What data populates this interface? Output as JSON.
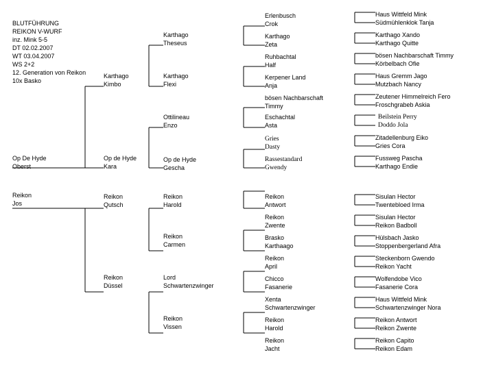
{
  "header": {
    "lines": [
      "BLUTFÜHRUNG",
      "REIKON V-WURF",
      "inz. Mink 5-5",
      "DT 02.02.2007",
      "WT 03.04.2007",
      "WS 2+2",
      "12. Generation von Reikon",
      "10x Basko"
    ]
  },
  "gen1": [
    [
      "Op De Hyde",
      "Oberst"
    ],
    [
      "Reikon",
      "Jos"
    ]
  ],
  "gen2": [
    [
      "Karthago",
      "Kimbo"
    ],
    [
      "Op de Hyde",
      "Kara"
    ],
    [
      "Reikon",
      "Qutsch"
    ],
    [
      "Reikon",
      "Düssel"
    ]
  ],
  "gen3": [
    [
      "Karthago",
      "Theseus"
    ],
    [
      "Karthago",
      "Flexi"
    ],
    [
      "Ottilineau",
      "Enzo"
    ],
    [
      "Op de Hyde",
      "Gescha"
    ],
    [
      "Reikon",
      "Harold"
    ],
    [
      "Reikon",
      "Carmen"
    ],
    [
      "Lord",
      "Schwartenzwinger"
    ],
    [
      "Reikon",
      "Vissen"
    ]
  ],
  "gen4": [
    [
      "Erlenbusch",
      "Crok"
    ],
    [
      "Karthago",
      "Zeta"
    ],
    [
      "Ruhbachtal",
      "Half"
    ],
    [
      "Kerpener Land",
      "Anja"
    ],
    [
      "bösen Nachbarschaft",
      "Timmy"
    ],
    [
      "Eschachtal",
      "Asta"
    ],
    [
      "Gries",
      "Dasty"
    ],
    [
      "Rassestandard",
      "Gwendy"
    ],
    [
      "Reikon",
      "Antwort"
    ],
    [
      "Reikon",
      "Zwente"
    ],
    [
      "Brasko",
      "Karthaago"
    ],
    [
      "Reikon",
      "April"
    ],
    [
      "Chicco",
      "Fasanerie"
    ],
    [
      "Xenta",
      "Schwartenzwinger"
    ],
    [
      "Reikon",
      "Harold"
    ],
    [
      "Reikon",
      "Jacht"
    ]
  ],
  "gen5": [
    [
      "Haus Wittfeld Mink",
      "Südmühlenklok Tanja"
    ],
    [
      "Karthago Xando",
      "Karthago Quitte"
    ],
    [
      "bösen Nachbarschaft Timmy",
      "Körbelbach Ofie"
    ],
    [
      "Haus Gremm Jago",
      "Mutzbach Nancy"
    ],
    [
      "Zeutener Himmelreich Fero",
      "Froschgrabeb Askia"
    ],
    [
      "Beilstein Perry",
      "Doddo Jola"
    ],
    [
      "Zitadellenburg Eiko",
      "Gries Cora"
    ],
    [
      "Fussweg Pascha",
      "Karthago Endie"
    ],
    [
      "Sisulan Hector",
      "Twentebloed Irma"
    ],
    [
      "Sisulan Hector",
      "Reikon Badboll"
    ],
    [
      "Hülsbach Jasko",
      "Stoppenbergerland Afra"
    ],
    [
      "Steckenborn Gwendo",
      "Reikon Yacht"
    ],
    [
      "Wolfendobe Vico",
      "Fasanerie Cora"
    ],
    [
      "Haus Wittfeld Mink",
      "Schwartenzwinger Nora"
    ],
    [
      "Reikon Antwort",
      "Reikon Zwente"
    ],
    [
      "Reikon Capito",
      "Reikon Edam"
    ]
  ]
}
